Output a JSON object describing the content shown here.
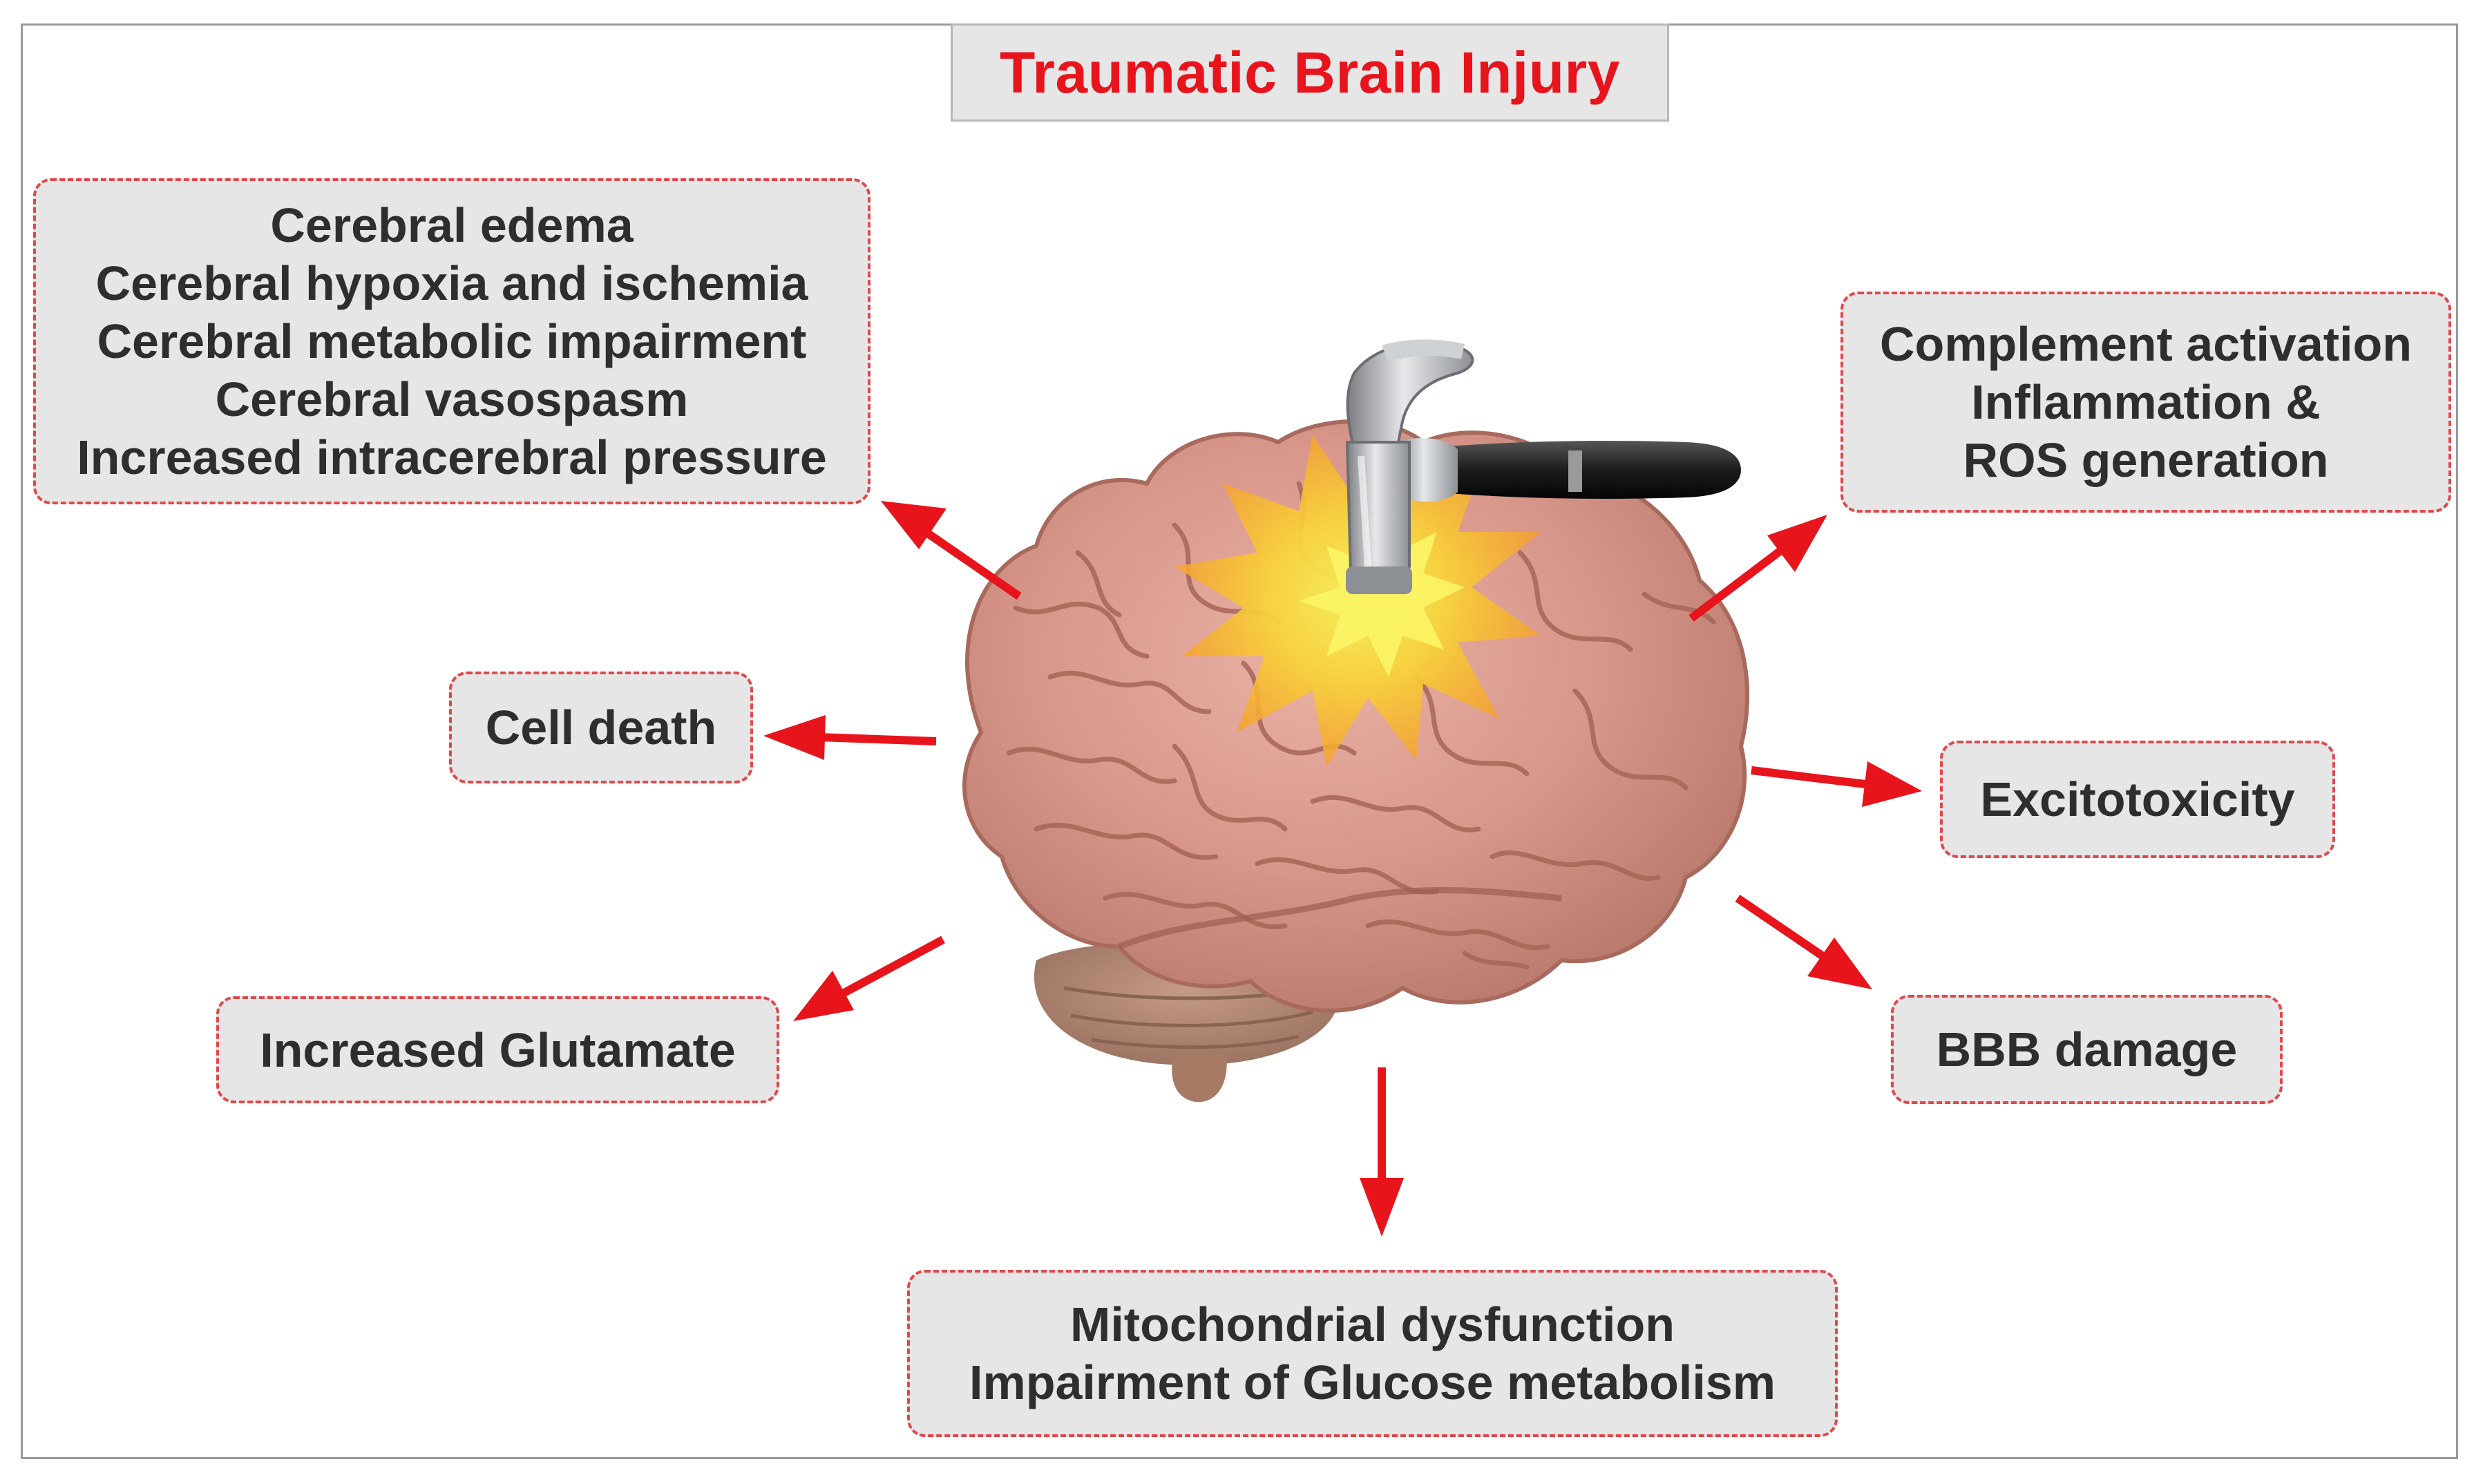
{
  "title": "Traumatic Brain Injury",
  "effects": {
    "top_left": [
      "Cerebral edema",
      "Cerebral hypoxia and ischemia",
      "Cerebral metabolic impairment",
      "Cerebral vasospasm",
      "Increased intracerebral pressure"
    ],
    "cell_death": [
      "Cell death"
    ],
    "increased_glutamate": [
      "Increased Glutamate"
    ],
    "top_right": [
      "Complement activation",
      "Inflammation &",
      "ROS generation"
    ],
    "excitotoxicity": [
      "Excitotoxicity"
    ],
    "bbb_damage": [
      "BBB damage"
    ],
    "bottom": [
      "Mitochondrial dysfunction",
      "Impairment of Glucose metabolism"
    ]
  },
  "colors": {
    "title_text": "#e8141c",
    "arrow": "#e8141c",
    "box_border": "#e0484c",
    "box_fill": "#e6e6e6",
    "brain": "#d9968a"
  },
  "icons": [
    "brain-illustration",
    "hammer-icon",
    "impact-burst-icon"
  ]
}
